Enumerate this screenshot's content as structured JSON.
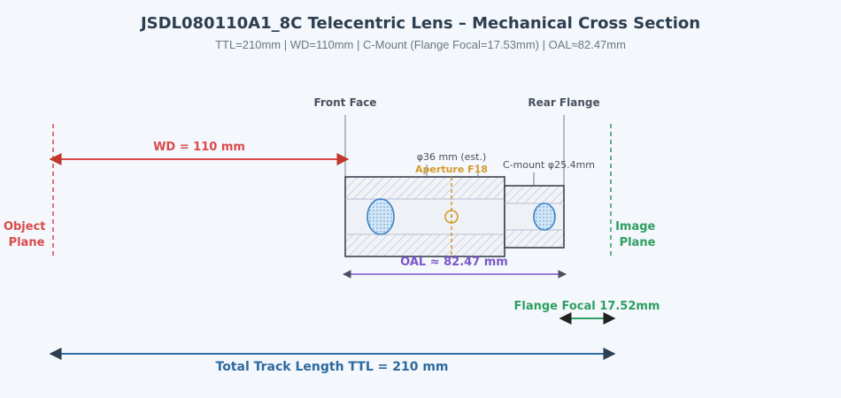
{
  "header": {
    "title": "JSDL080110A1_8C Telecentric Lens – Mechanical Cross Section",
    "subtitle": "TTL=210mm | WD=110mm | C-Mount (Flange Focal=17.53mm) | OAL≈82.47mm"
  },
  "diagram": {
    "front_face_label": "Front Face",
    "rear_flange_label": "Rear Flange",
    "wd_label": "WD = 110 mm",
    "object_plane_line1": "Object",
    "object_plane_line2": "Plane",
    "image_plane_line1": "Image",
    "image_plane_line2": "Plane",
    "diameter_label": "φ36 mm (est.)",
    "aperture_label": "Aperture F18",
    "cmount_label": "C-mount φ25.4mm",
    "oal_label": "OAL ≈ 82.47 mm",
    "flange_focal_label": "Flange Focal 17.52mm",
    "ttl_label": "Total Track Length TTL = 210 mm"
  },
  "colors": {
    "title": "#2c3e50",
    "wd": "#d94a4a",
    "object_plane": "#d94a4a",
    "image_plane": "#2e9e62",
    "aperture": "#d49a2a",
    "oal": "#7b57c9",
    "ttl": "#2d6a9f",
    "body_outline": "#3b4250"
  }
}
